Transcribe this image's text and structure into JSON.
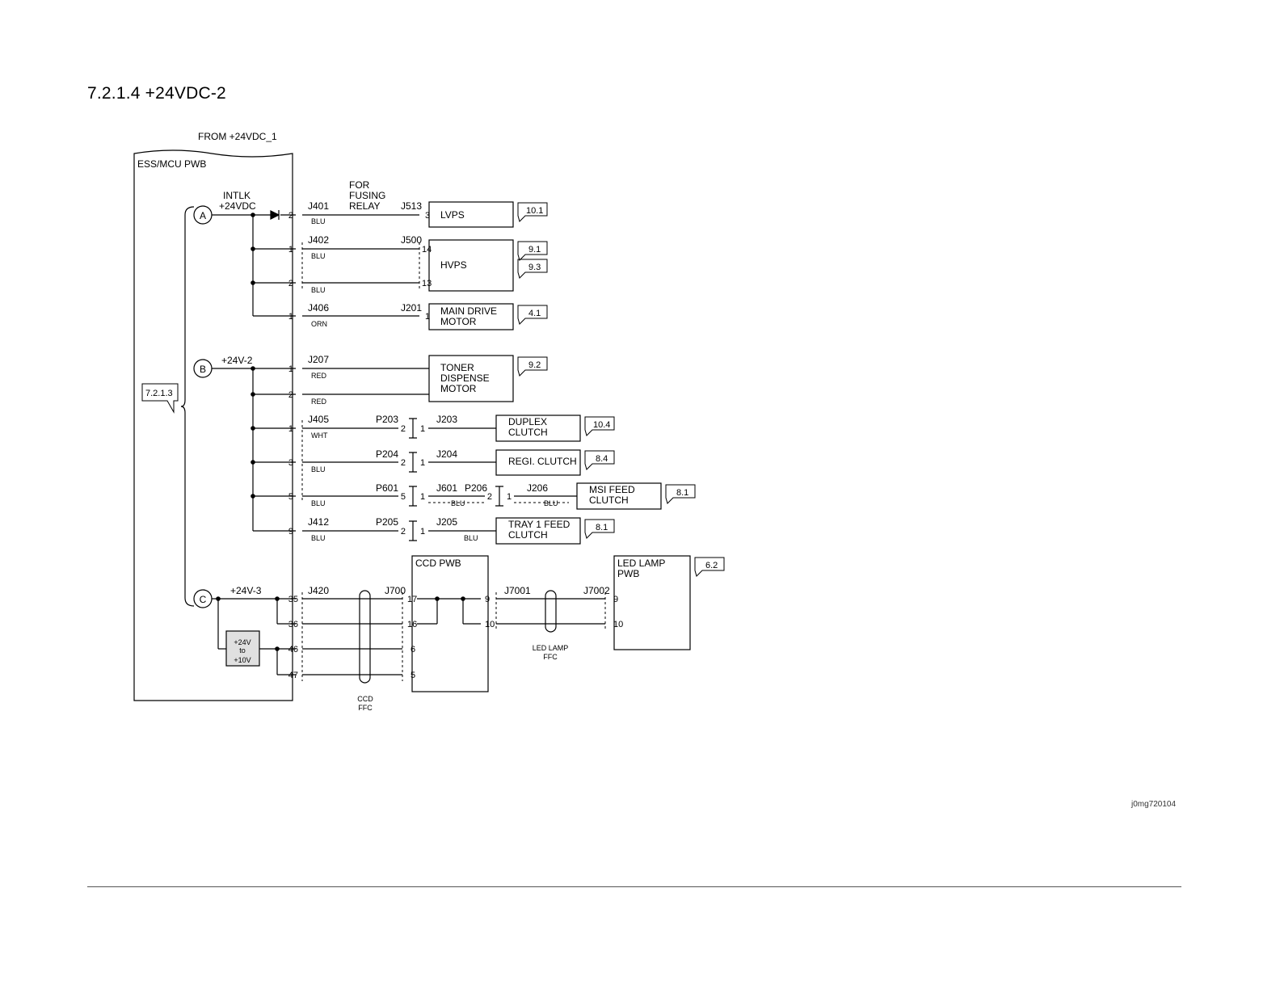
{
  "title": "7.2.1.4 +24VDC-2",
  "from_label": "FROM +24VDC_1",
  "board_label": "ESS/MCU PWB",
  "side_ref": "7.2.1.3",
  "nodes": {
    "a": {
      "letter": "A",
      "label_l1": "INTLK",
      "label_l2": "+24VDC"
    },
    "b": {
      "letter": "B",
      "label": "+24V-2"
    },
    "c": {
      "letter": "C",
      "label": "+24V-3"
    }
  },
  "converter": {
    "l1": "+24V",
    "l2": "to",
    "l3": "+10V"
  },
  "fusing_note": {
    "l1": "FOR",
    "l2": "FUSING",
    "l3": "RELAY"
  },
  "connectors": {
    "j401": "J401",
    "j513": "J513",
    "j402": "J402",
    "j500": "J500",
    "j406": "J406",
    "j201": "J201",
    "j207": "J207",
    "j405": "J405",
    "p203": "P203",
    "j203": "J203",
    "p204": "P204",
    "j204": "J204",
    "p601": "P601",
    "j601": "J601",
    "p206": "P206",
    "j206": "J206",
    "j412": "J412",
    "p205": "P205",
    "j205": "J205",
    "j420": "J420",
    "j700": "J700",
    "j7001": "J7001",
    "j7002": "J7002"
  },
  "wire_colors": {
    "blu": "BLU",
    "orn": "ORN",
    "red": "RED",
    "wht": "WHT"
  },
  "pins": {
    "p2": "2",
    "p1": "1",
    "p3": "3",
    "p5": "5",
    "p9": "9",
    "p14": "14",
    "p13": "13",
    "p35": "35",
    "p36": "36",
    "p46": "46",
    "p47": "47",
    "p17": "17",
    "p16": "16",
    "p6": "6",
    "p10": "10"
  },
  "components": {
    "lvps": "LVPS",
    "hvps": "HVPS",
    "main_drive_l1": "MAIN DRIVE",
    "main_drive_l2": "MOTOR",
    "toner_l1": "TONER",
    "toner_l2": "DISPENSE",
    "toner_l3": "MOTOR",
    "duplex_l1": "DUPLEX",
    "duplex_l2": "CLUTCH",
    "regi": "REGI. CLUTCH",
    "msi_l1": "MSI FEED",
    "msi_l2": "CLUTCH",
    "tray1_l1": "TRAY 1 FEED",
    "tray1_l2": "CLUTCH",
    "ccd_pwb": "CCD PWB",
    "led_pwb_l1": "LED LAMP",
    "led_pwb_l2": "PWB"
  },
  "refs": {
    "lvps": "10.1",
    "hvps_a": "9.1",
    "hvps_b": "9.3",
    "main_drive": "4.1",
    "toner": "9.2",
    "duplex": "10.4",
    "regi": "8.4",
    "msi": "8.1",
    "tray1": "8.1",
    "led": "6.2"
  },
  "harness": {
    "ccd_l1": "CCD",
    "ccd_l2": "FFC",
    "led_l1": "LED LAMP",
    "led_l2": "FFC"
  },
  "image_id": "j0mg720104"
}
